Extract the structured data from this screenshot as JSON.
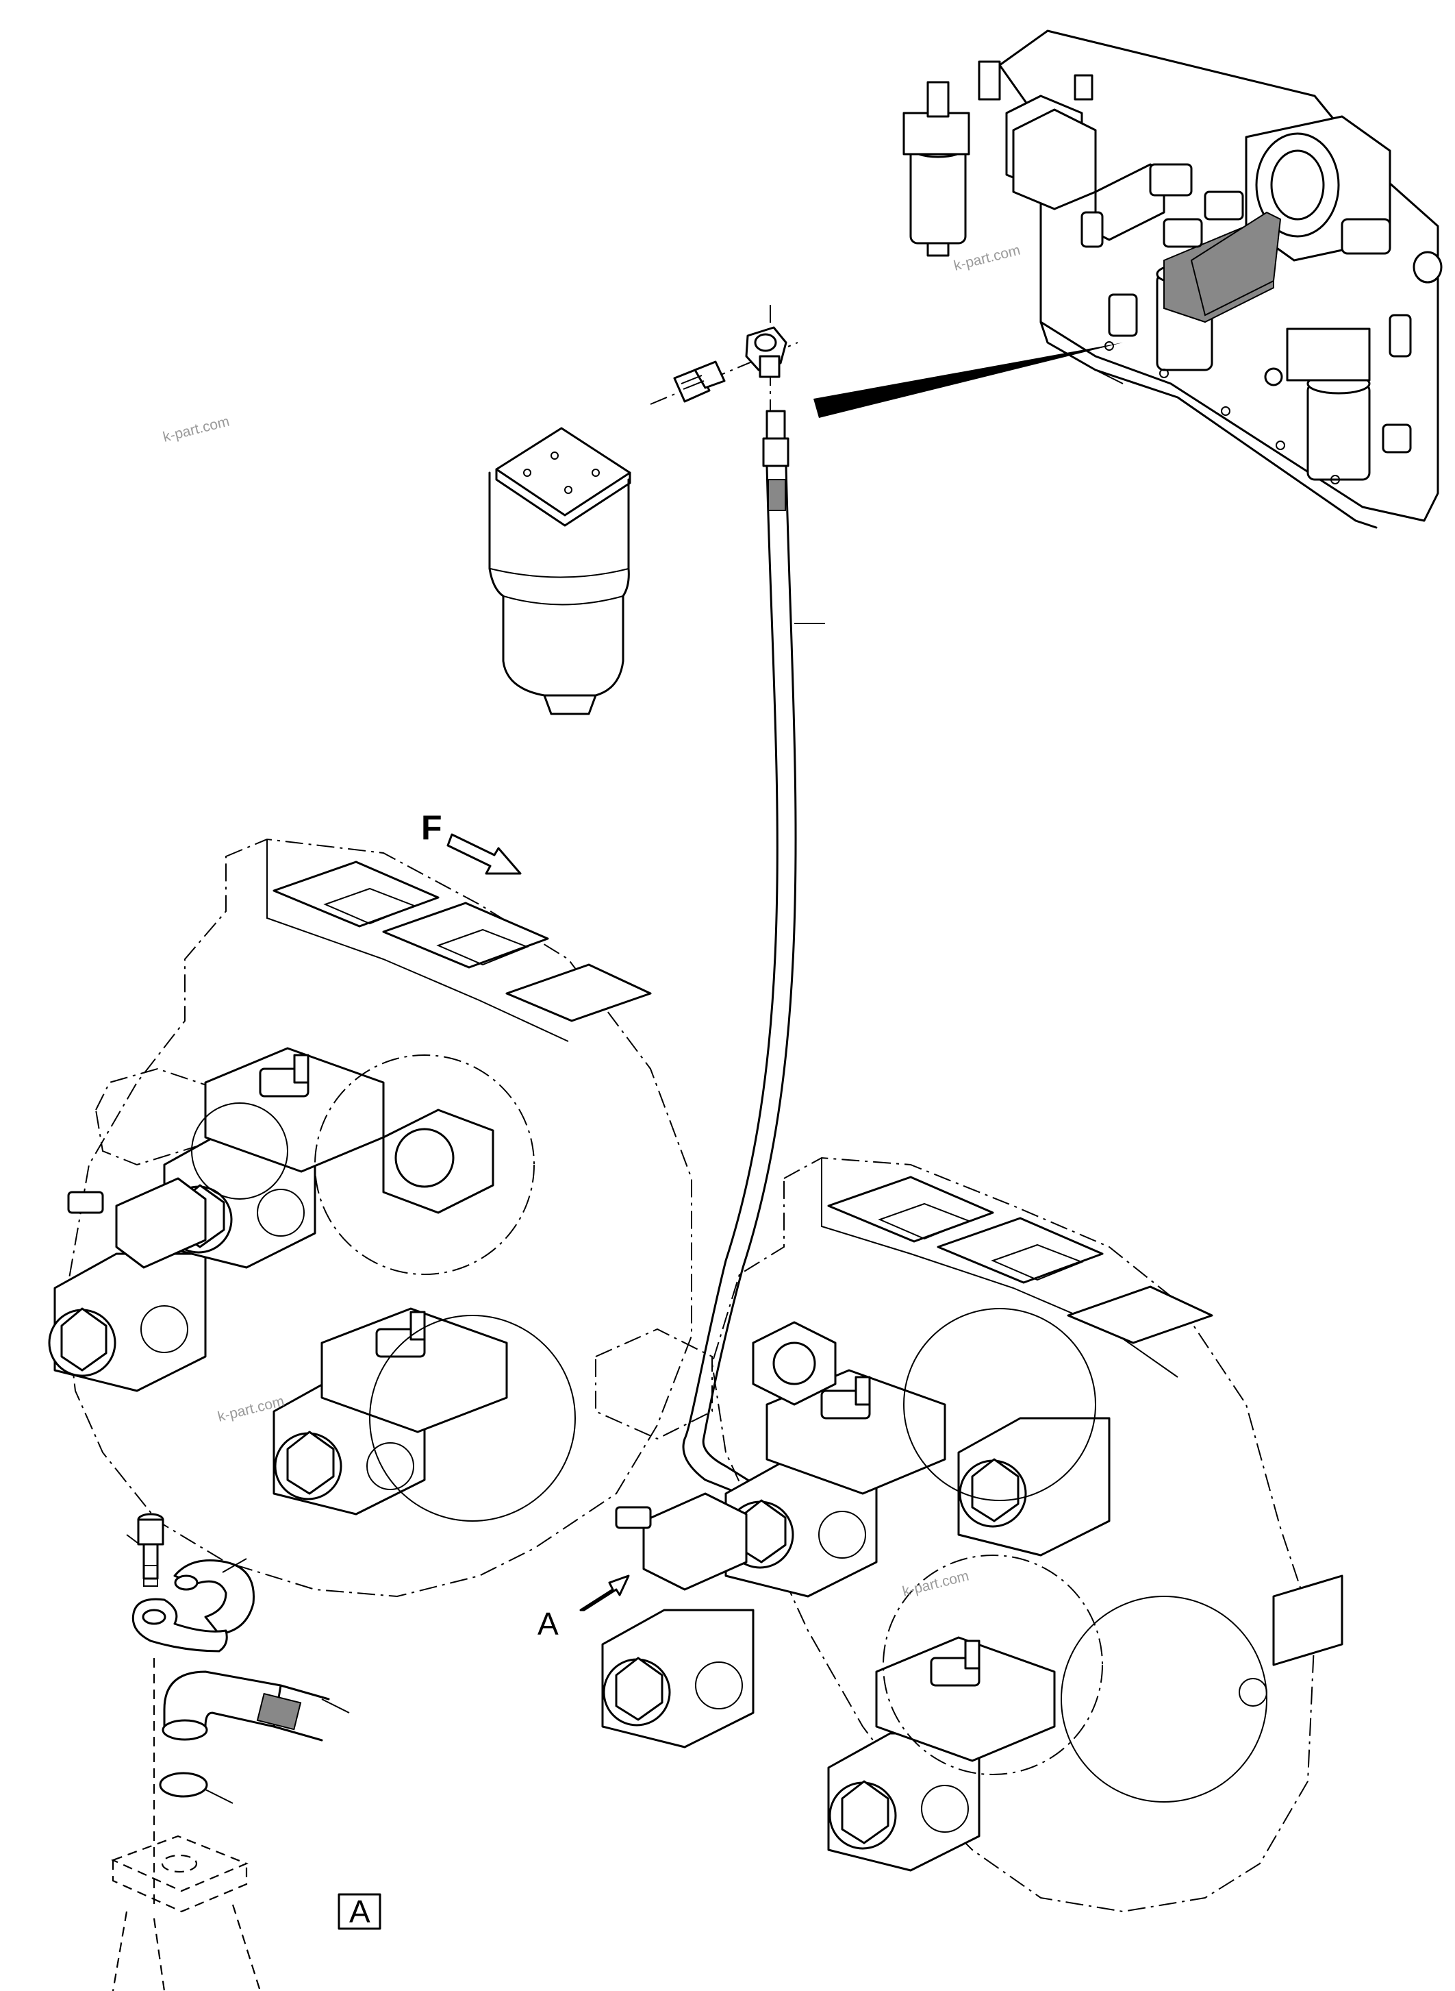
{
  "figure": {
    "labels": {
      "view_marker": "F",
      "detail_callout": "A",
      "detail_box": "A"
    },
    "watermarks": [
      "k-part.com",
      "k-part.com",
      "k-part.com",
      "k-part.com"
    ]
  }
}
